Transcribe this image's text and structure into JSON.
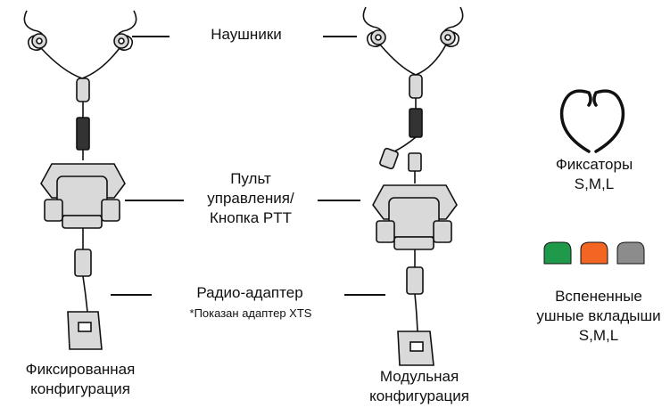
{
  "labels": {
    "headphones": "Наушники",
    "control": [
      "Пульт",
      "управления/",
      "Кнопка PTT"
    ],
    "radio_adapter": "Радио-адаптер",
    "adapter_note": "*Показан адаптер XTS",
    "fixed_config": [
      "Фиксированная",
      "конфигурация"
    ],
    "modular_config": [
      "Модульная",
      "конфигурация"
    ],
    "retainers": [
      "Фиксаторы",
      "S,M,L"
    ],
    "foam_tips": [
      "Вспененные",
      "ушные вкладыши",
      "S,M,L"
    ]
  },
  "colors": {
    "line": "#111111",
    "body_fill": "#d9d9d9",
    "tip_green": "#1f9a4a",
    "tip_orange": "#f26522",
    "tip_gray": "#8c8c8c"
  }
}
